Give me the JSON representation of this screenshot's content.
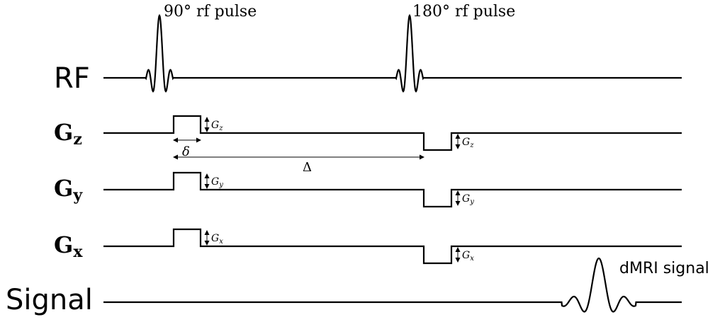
{
  "rows": {
    "rf": "RF",
    "gz_main": "G",
    "gz_sub": "z",
    "gy_main": "G",
    "gy_sub": "y",
    "gx_main": "G",
    "gx_sub": "x",
    "signal": "Signal"
  },
  "annotations": {
    "pulse_90": "90° rf pulse",
    "pulse_180": "180° rf pulse",
    "dmri_signal": "dMRI signal",
    "delta_small": "δ",
    "delta_large": "Δ",
    "amp_gz_main": "G",
    "amp_gz_sub": "z",
    "amp_gy_main": "G",
    "amp_gy_sub": "y",
    "amp_gx_main": "G",
    "amp_gx_sub": "x"
  }
}
